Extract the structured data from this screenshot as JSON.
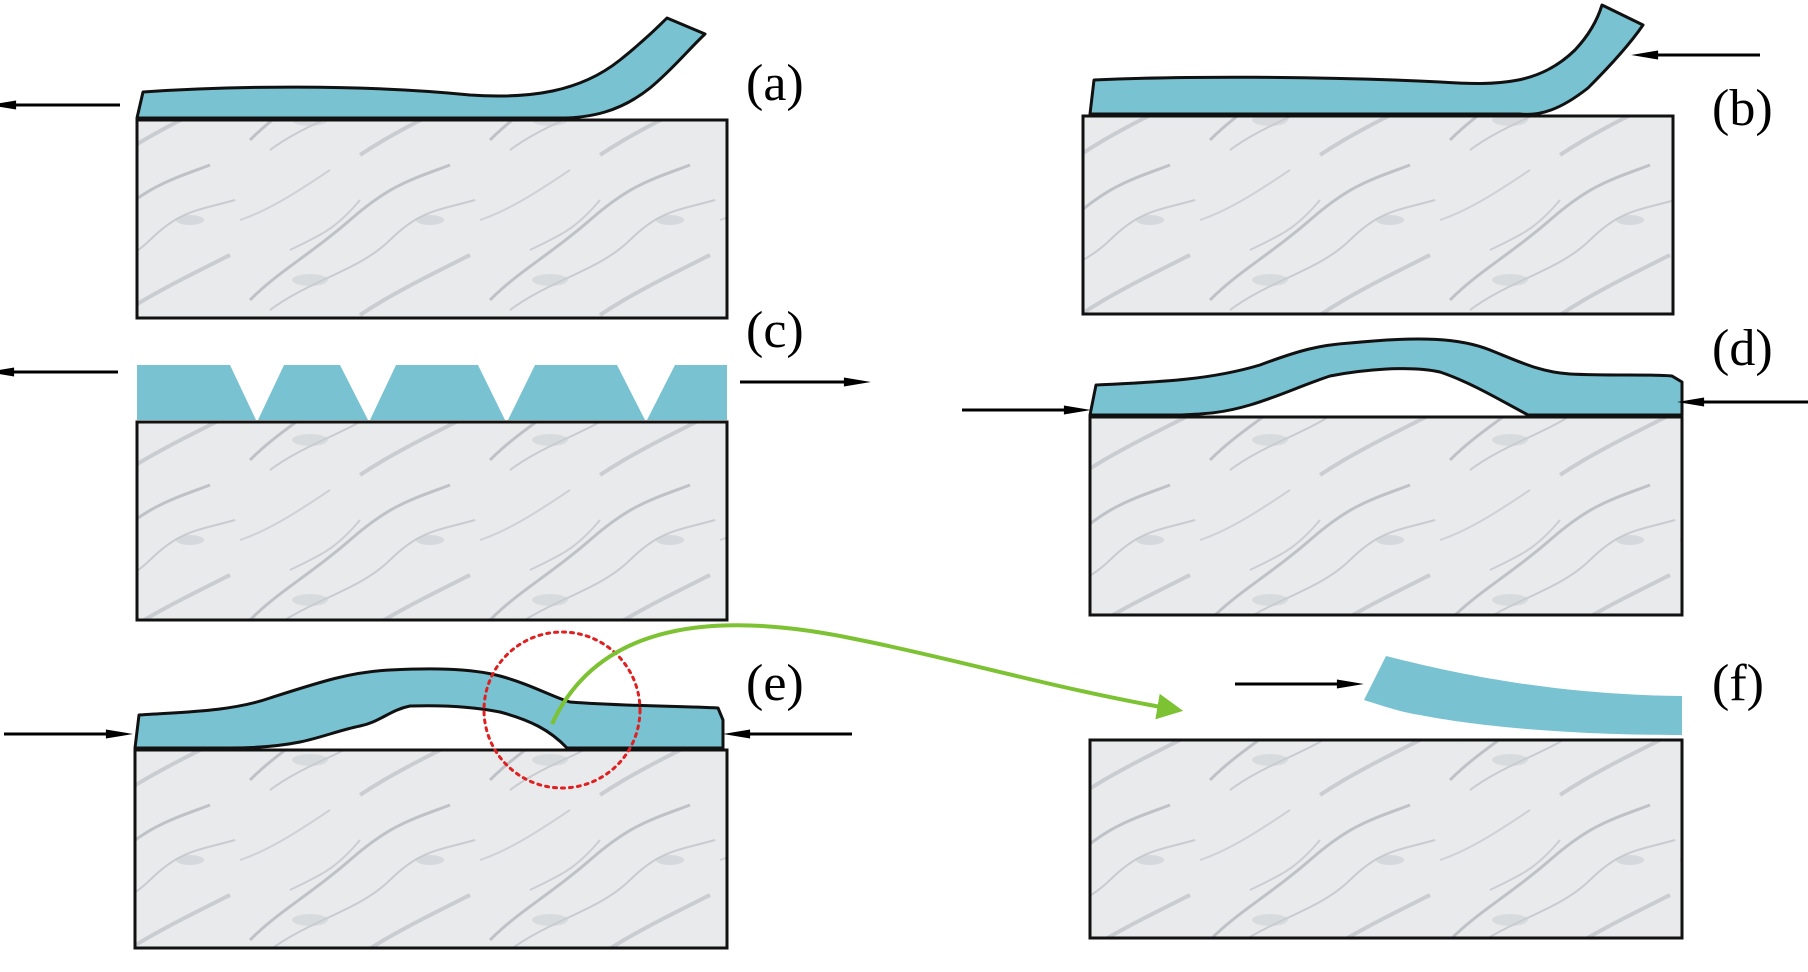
{
  "colors": {
    "coating": "#79c2d2",
    "outline": "#111111",
    "substrate": "#e4e6e8",
    "veins": "#8a8f98",
    "connector": "#7cc233",
    "highlight": "#e02020",
    "arrow": "#000000"
  },
  "panels": {
    "a": {
      "label": "(a)"
    },
    "b": {
      "label": "(b)"
    },
    "c": {
      "label": "(c)"
    },
    "d": {
      "label": "(d)"
    },
    "e": {
      "label": "(e)"
    },
    "f": {
      "label": "(f)"
    }
  }
}
